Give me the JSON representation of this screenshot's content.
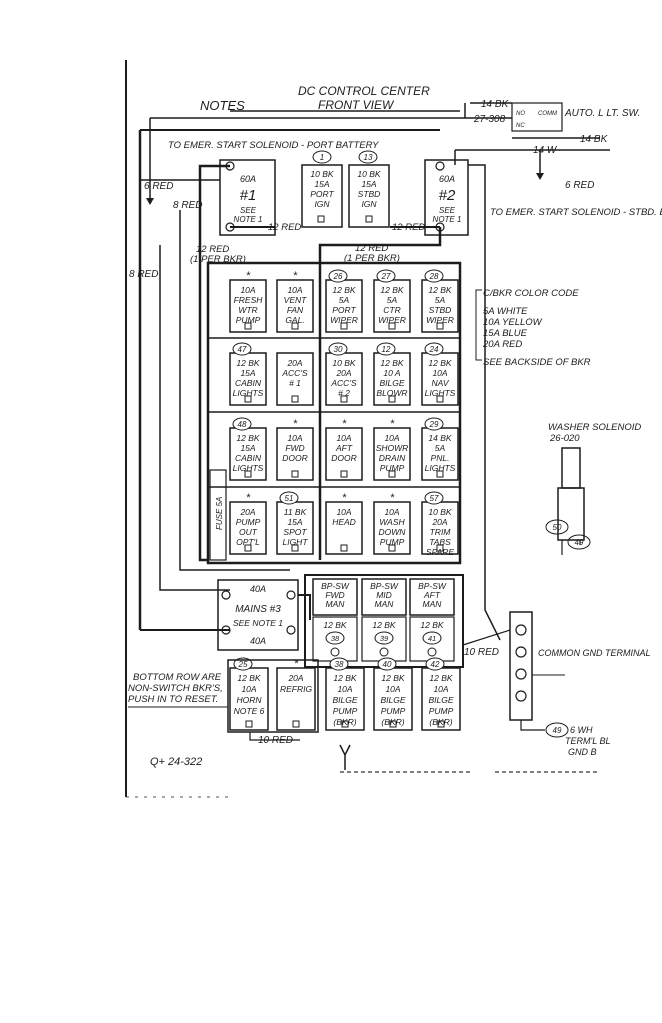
{
  "header": {
    "title": "DC CONTROL CENTER",
    "subtitle": "FRONT VIEW",
    "notes": "NOTES",
    "port_battery_note": "TO EMER. START SOLENOID - PORT BATTERY",
    "auto_switch": "AUTO. L LT. SW.",
    "auto_wire_in": "14 BK",
    "auto_part": "27-308",
    "auto_wire_out": "14 BK",
    "no_label": "NO",
    "nc_label": "NC",
    "com_label": "COMM"
  },
  "left_notes": {
    "six_red": "6 RED",
    "eight_red_top": "8 RED",
    "eight_red_side": "8 RED",
    "twelve_red_left": "12 RED",
    "twelve_red_mid": "12 RED",
    "per_bkr": "(1 PER BKR)",
    "fuse": "FUSE 5A",
    "twelve_red_center": "12 RED",
    "per_bkr_center": "(1 PER BKR)"
  },
  "right_notes": {
    "fourteen_w": "14 W",
    "six_red": "6 RED",
    "stbd_battery": "TO EMER. START SOLENOID - STBD. BATTERY",
    "color_code_title": "C/BKR COLOR CODE",
    "color_codes": [
      "5A WHITE",
      "10A YELLOW",
      "15A BLUE",
      "20A RED"
    ],
    "see_backside": "SEE BACKSIDE OF BKR",
    "washer_title": "WASHER SOLENOID",
    "washer_part": "26-020",
    "washer_ref1": "50",
    "washer_ref2": "49",
    "ground_title": "COMMON GND TERMINAL",
    "ten_red": "10 RED",
    "ground_wire": "6 WH",
    "ground_ref": "49",
    "ground_sub1": "TERM'L BL",
    "ground_sub2": "GND B"
  },
  "mains": [
    {
      "top": "60A",
      "big": "#1",
      "l1": "SEE",
      "l2": "NOTE 1"
    },
    {
      "top": "60A",
      "big": "#2",
      "l1": "SEE",
      "l2": "NOTE 1"
    }
  ],
  "mains3": {
    "top": "40A",
    "l1": "MAINS #3",
    "l2": "SEE NOTE 1",
    "l3": "40A"
  },
  "ign": [
    {
      "ref": "1",
      "l1": "10 BK",
      "l2": "15A",
      "l3": "PORT",
      "l4": "IGN"
    },
    {
      "ref": "13",
      "l1": "10 BK",
      "l2": "15A",
      "l3": "STBD",
      "l4": "IGN"
    }
  ],
  "grid": [
    [
      {
        "ref": "*",
        "lines": [
          "10A",
          "FRESH",
          "WTR",
          "PUMP"
        ]
      },
      {
        "ref": "*",
        "lines": [
          "10A",
          "VENT",
          "FAN",
          "GAL."
        ]
      },
      {
        "ref": "26",
        "lines": [
          "12 BK",
          "5A",
          "PORT",
          "WIPER"
        ]
      },
      {
        "ref": "27",
        "lines": [
          "12 BK",
          "5A",
          "CTR",
          "WIPER"
        ]
      },
      {
        "ref": "28",
        "lines": [
          "12 BK",
          "5A",
          "STBD",
          "WIPER"
        ]
      }
    ],
    [
      {
        "ref": "47",
        "lines": [
          "12 BK",
          "15A",
          "CABIN",
          "LIGHTS"
        ]
      },
      {
        "ref": "",
        "lines": [
          "20A",
          "ACC'S",
          "# 1"
        ]
      },
      {
        "ref": "30",
        "lines": [
          "10 BK",
          "20A",
          "ACC'S",
          "# 2"
        ]
      },
      {
        "ref": "12",
        "lines": [
          "12 BK",
          "10 A",
          "BILGE",
          "BLOWR"
        ]
      },
      {
        "ref": "24",
        "lines": [
          "12 BK",
          "10A",
          "NAV",
          "LIGHTS"
        ]
      }
    ],
    [
      {
        "ref": "48",
        "lines": [
          "12 BK",
          "15A",
          "CABIN",
          "LIGHTS"
        ]
      },
      {
        "ref": "*",
        "lines": [
          "10A",
          "FWD",
          "DOOR"
        ]
      },
      {
        "ref": "*",
        "lines": [
          "10A",
          "AFT",
          "DOOR"
        ]
      },
      {
        "ref": "*",
        "lines": [
          "10A",
          "SHOWR",
          "DRAIN",
          "PUMP"
        ]
      },
      {
        "ref": "29",
        "lines": [
          "14 BK",
          "5A",
          "PNL.",
          "LIGHTS"
        ]
      }
    ],
    [
      {
        "ref": "*",
        "lines": [
          "20A",
          "PUMP",
          "OUT",
          "OPT'L"
        ]
      },
      {
        "ref": "51",
        "lines": [
          "11 BK",
          "15A",
          "SPOT",
          "LIGHT"
        ]
      },
      {
        "ref": "*",
        "lines": [
          "10A",
          "HEAD"
        ]
      },
      {
        "ref": "*",
        "lines": [
          "10A",
          "WASH",
          "DOWN",
          "PUMP"
        ]
      },
      {
        "ref": "57",
        "lines": [
          "10 BK",
          "20A",
          "TRIM",
          "TABS",
          "SPARE"
        ]
      }
    ]
  ],
  "switches": [
    {
      "lines": [
        "BP-SW",
        "FWD",
        "MAN"
      ],
      "lower": "12 BK",
      "ref": "38"
    },
    {
      "lines": [
        "BP-SW",
        "MID",
        "MAN"
      ],
      "lower": "12 BK",
      "ref": "39"
    },
    {
      "lines": [
        "BP-SW",
        "AFT",
        "MAN"
      ],
      "lower": "12 BK",
      "ref": "41"
    }
  ],
  "bottom_row": [
    {
      "ref": "25",
      "lines": [
        "12 BK",
        "10A",
        "HORN",
        "NOTE 6"
      ]
    },
    {
      "ref": "*",
      "lines": [
        "20A",
        "REFRIG"
      ]
    },
    {
      "ref": "38",
      "lines": [
        "12 BK",
        "10A",
        "BILGE",
        "PUMP",
        "(BKR)"
      ]
    },
    {
      "ref": "40",
      "lines": [
        "12 BK",
        "10A",
        "BILGE",
        "PUMP",
        "(BKR)"
      ]
    },
    {
      "ref": "42",
      "lines": [
        "12 BK",
        "10A",
        "BILGE",
        "PUMP",
        "(BKR)"
      ]
    }
  ],
  "footer": {
    "note_line1": "BOTTOM ROW ARE",
    "note_line2": "NON-SWITCH BKR'S,",
    "note_line3": "PUSH IN TO RESET.",
    "ten_red": "10 RED",
    "part_no": "Q+ 24-322"
  }
}
